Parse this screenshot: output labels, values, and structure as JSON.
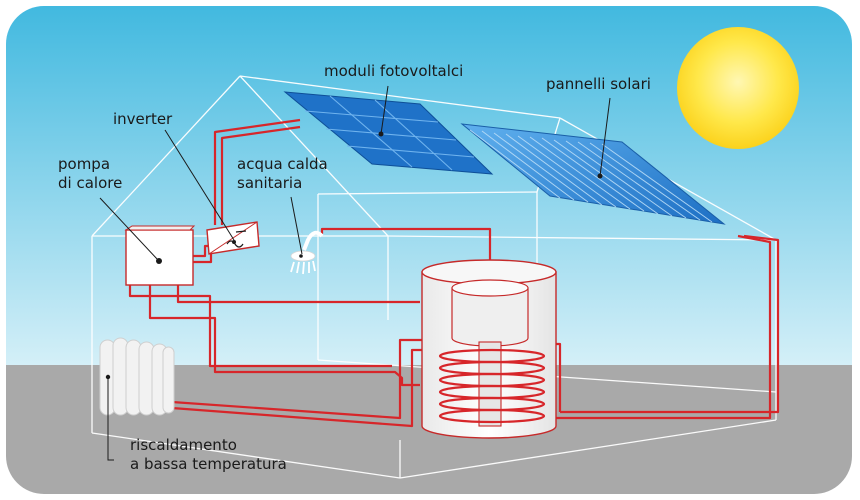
{
  "labels": {
    "pv_modules": "moduli fotovoltalci",
    "solar_panels": "pannelli solari",
    "inverter": "inverter",
    "heat_pump": [
      "pompa",
      "di calore"
    ],
    "hot_water": [
      "acqua calda",
      "sanitaria"
    ],
    "floor_heating": [
      "riscaldamento",
      "a bassa temperatura"
    ]
  },
  "colors": {
    "sky_top": "#3fb8df",
    "sky_bottom": "#c7ebf6",
    "ground": "#a9a9a9",
    "pipe": "#d7262a",
    "pv_panel": "#1f72c8",
    "solar_panel": "#2a86d6",
    "sun": "#ffe44d",
    "house_outline": "#ffffff"
  },
  "icons": [
    "sun-icon",
    "shower-head-icon",
    "inverter-symbol-icon",
    "radiator-icon",
    "storage-tank-icon",
    "heat-pump-icon"
  ]
}
